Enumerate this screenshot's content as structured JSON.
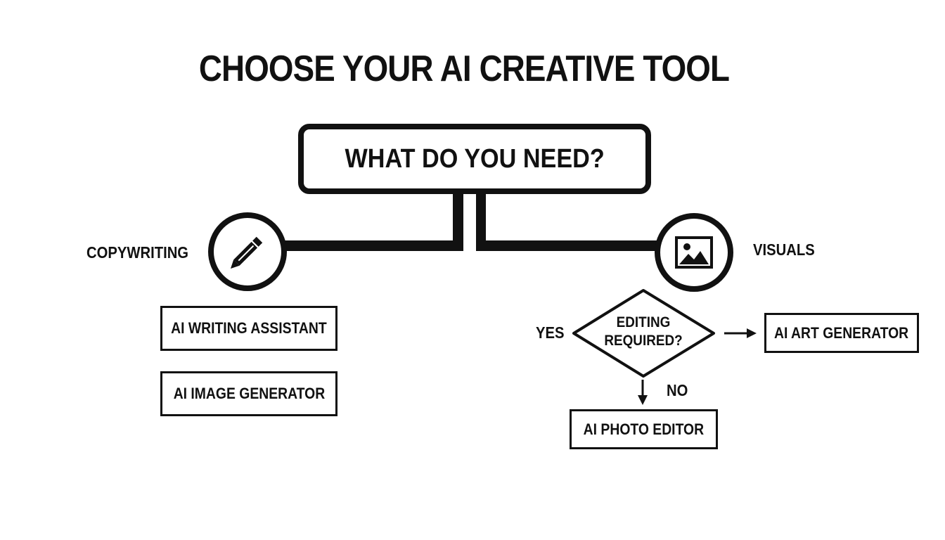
{
  "title": "CHOOSE YOUR AI CREATIVE TOOL",
  "question": "WHAT DO YOU NEED?",
  "branches": {
    "left": {
      "label": "COPYWRITING",
      "icon": "pencil-icon",
      "options": [
        "AI WRITING ASSISTANT",
        "AI IMAGE GENERATOR"
      ]
    },
    "right": {
      "label": "VISUALS",
      "icon": "image-icon",
      "decision": {
        "line1": "EDITING",
        "line2": "REQUIRED?",
        "yes_label": "YES",
        "no_label": "NO",
        "yes_result": "AI ART GENERATOR",
        "no_result": "AI PHOTO EDITOR"
      }
    }
  },
  "colors": {
    "ink": "#111111",
    "background": "#ffffff"
  }
}
